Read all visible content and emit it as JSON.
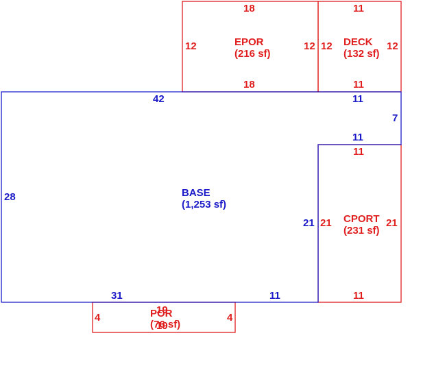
{
  "areas": {
    "base": {
      "name": "BASE",
      "area": "(1,253 sf)",
      "color": "#1a1ac8",
      "dims": {
        "top_left": "42",
        "top_right": "11",
        "notch": "7",
        "notch_top": "11",
        "left": "28",
        "right": "21",
        "bottom_left": "31",
        "bottom_right": "11"
      }
    },
    "epor": {
      "name": "EPOR",
      "area": "(216 sf)",
      "color": "#e01e1e",
      "dims": {
        "top": "18",
        "bottom": "18",
        "left": "12",
        "right": "12"
      }
    },
    "deck": {
      "name": "DECK",
      "area": "(132 sf)",
      "color": "#e01e1e",
      "dims": {
        "top": "11",
        "bottom": "11",
        "left": "12",
        "right": "12"
      }
    },
    "cport": {
      "name": "CPORT",
      "area": "(231 sf)",
      "color": "#e01e1e",
      "dims": {
        "top": "11",
        "bottom": "11",
        "left": "21",
        "right": "21"
      }
    },
    "por": {
      "name": "POR",
      "area": "(76 sf)",
      "color": "#e01e1e",
      "dims": {
        "top": "19",
        "bottom": "19",
        "left": "4",
        "right": "4"
      }
    }
  }
}
